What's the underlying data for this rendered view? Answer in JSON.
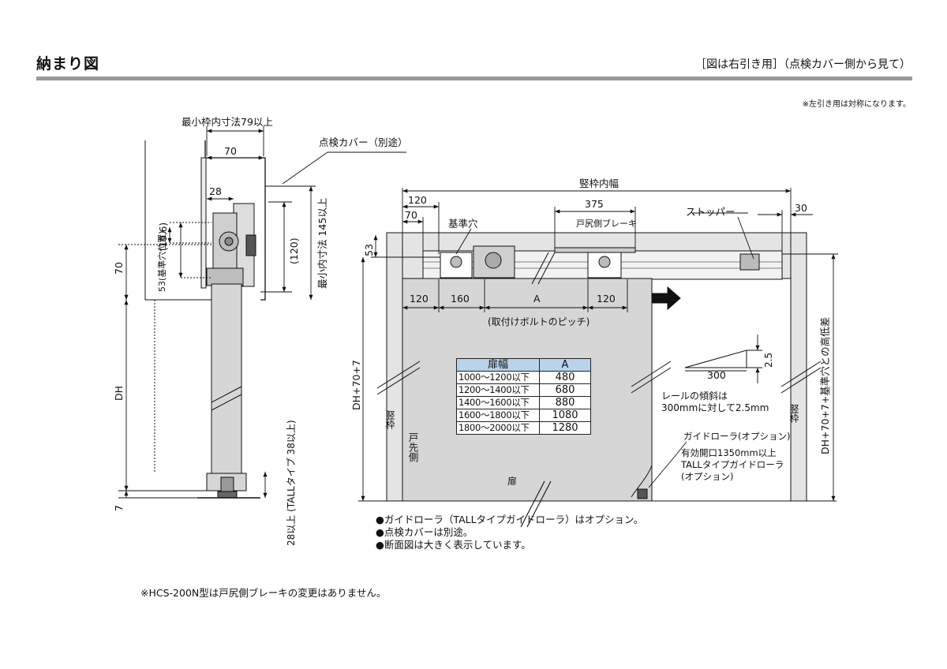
{
  "header": {
    "title": "納まり図",
    "subtitle": "［図は右引き用］（点検カバー側から見て）",
    "note": "※左引き用は対称になります。"
  },
  "side_view": {
    "min_frame_inner": "最小枠内寸法79以上",
    "dim_70_top": "70",
    "dim_28": "28",
    "cover_label": "点検カバー（別途）",
    "dim_19_6": "(19.6)",
    "dim_53_ref": "53(基準穴位置)",
    "dim_70_left": "70",
    "dim_120": "(120)",
    "min_inner_145": "最小内寸法 145以上",
    "dim_dh": "DH",
    "dim_7": "7",
    "dim_28_38": "28以上 (TALLタイプ 38以上)"
  },
  "front_view": {
    "frame_inner_width": "竪枠内幅",
    "dim_120": "120",
    "dim_70": "70",
    "ref_hole": "基準穴",
    "dim_375": "375",
    "tail_brake": "戸尻側ブレーキ",
    "stopper": "ストッパー",
    "dim_30": "30",
    "dim_53": "53",
    "dim_120_b": "120",
    "dim_160": "160",
    "dim_a": "A",
    "dim_120_c": "120",
    "bolt_pitch": "(取付けボルトのピッチ)",
    "slope_300": "300",
    "slope_2_5": "2.5",
    "slope_note_1": "レールの傾斜は",
    "slope_note_2": "300mmに対して2.5mm",
    "guide_roller": "ガイドローラ(オプション)",
    "tall_note_1": "有効開口1350mm以上",
    "tall_note_2": "TALLタイプガイドローラ",
    "tall_note_3": "(オプション)",
    "dh_70_7": "DH+70+7",
    "dh_right": "DH+70+7+基準穴との高低差",
    "frame_left": "竪枠",
    "frame_right": "竪枠",
    "door_edge": "戸先側",
    "door": "扉"
  },
  "table": {
    "headers": [
      "扉幅",
      "A"
    ],
    "rows": [
      [
        "1000〜1200以下",
        "480"
      ],
      [
        "1200〜1400以下",
        "680"
      ],
      [
        "1400〜1600以下",
        "880"
      ],
      [
        "1600〜1800以下",
        "1080"
      ],
      [
        "1800〜2000以下",
        "1280"
      ]
    ]
  },
  "notes": [
    "●ガイドローラ（TALLタイプガイドローラ）はオプション。",
    "●点検カバーは別途。",
    "●断面図は大きく表示しています。"
  ],
  "footnote": "※HCS-200N型は戸尻側ブレーキの変更はありません。",
  "colors": {
    "door_fill": "#d6d6d6",
    "frame_fill": "#e4e4e4",
    "table_header": "#b9d3ea",
    "rule": "#9a9a9a"
  }
}
